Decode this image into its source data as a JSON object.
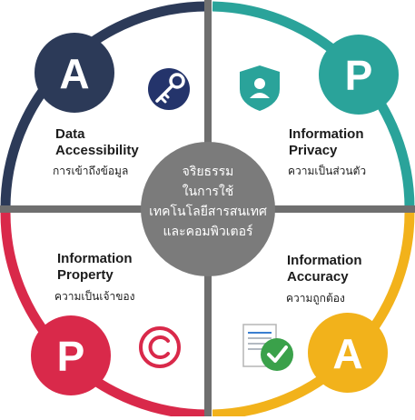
{
  "center": {
    "lines": [
      "จริยธรรม",
      "ในการใช้",
      "เทคโนโลยีสารสนเทศ",
      "และคอมพิวเตอร์"
    ],
    "color": "#7b7b7b"
  },
  "quadrants": [
    {
      "id": "accessibility",
      "letter": "A",
      "title_lines": [
        "Data",
        "Accessibility"
      ],
      "thai": "การเข้าถึงข้อมูล",
      "color": "#2c3a58",
      "icon": "key-icon"
    },
    {
      "id": "privacy",
      "letter": "P",
      "title_lines": [
        "Information",
        "Privacy"
      ],
      "thai": "ความเป็นส่วนตัว",
      "color": "#2aa39a",
      "icon": "shield-user-icon"
    },
    {
      "id": "property",
      "letter": "P",
      "title_lines": [
        "Information",
        "Property"
      ],
      "thai": "ความเป็นเจ้าของ",
      "color": "#d9294a",
      "icon": "copyright-icon"
    },
    {
      "id": "accuracy",
      "letter": "A",
      "title_lines": [
        "Information",
        "Accuracy"
      ],
      "thai": "ความถูกต้อง",
      "color": "#f2b21b",
      "icon": "document-check-icon"
    }
  ],
  "divider_color": "#6f6f6f"
}
